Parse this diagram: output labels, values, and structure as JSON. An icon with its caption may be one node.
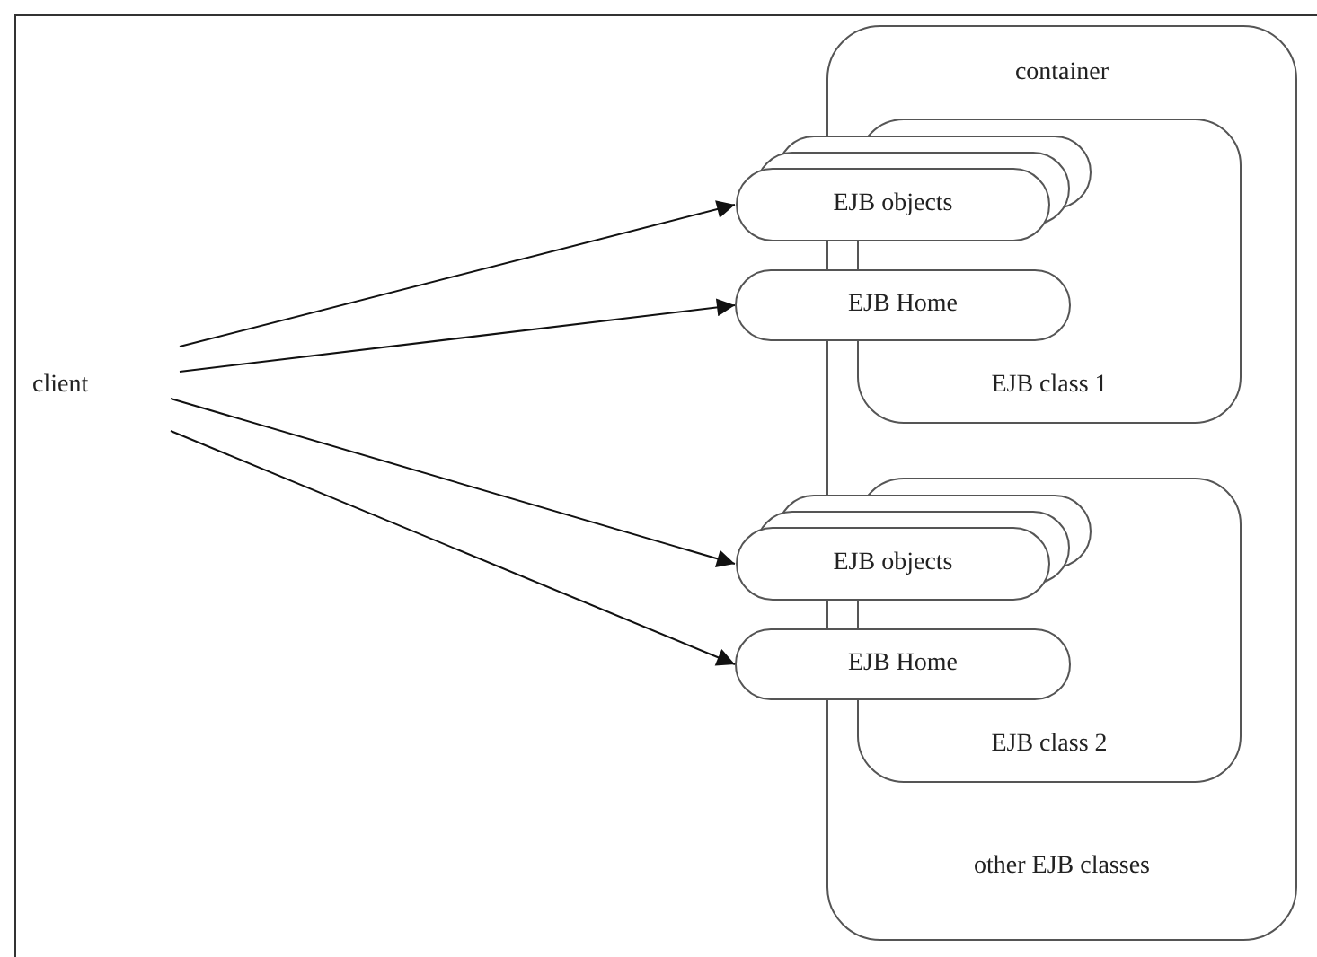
{
  "diagram": {
    "nodes": [
      {
        "text": [
          "client"
        ]
      },
      {
        "text": [
          "container",
          "other EJB classes"
        ]
      },
      {
        "text": [
          "EJB class 1"
        ],
        "in": 1
      },
      {
        "text": [
          "EJB objects"
        ]
      },
      {
        "text": [
          "EJB Home"
        ]
      },
      {
        "text": [
          "EJB class 2"
        ],
        "in": 1
      },
      {
        "text": [
          "EJB objects"
        ]
      },
      {
        "text": [
          "EJB Home"
        ]
      }
    ],
    "edges": [
      {
        "from": 0,
        "to": 3,
        "arrow": "to"
      },
      {
        "from": 0,
        "to": 4,
        "arrow": "to"
      },
      {
        "from": 0,
        "to": 6,
        "arrow": "to"
      },
      {
        "from": 0,
        "to": 7,
        "arrow": "to"
      }
    ]
  }
}
